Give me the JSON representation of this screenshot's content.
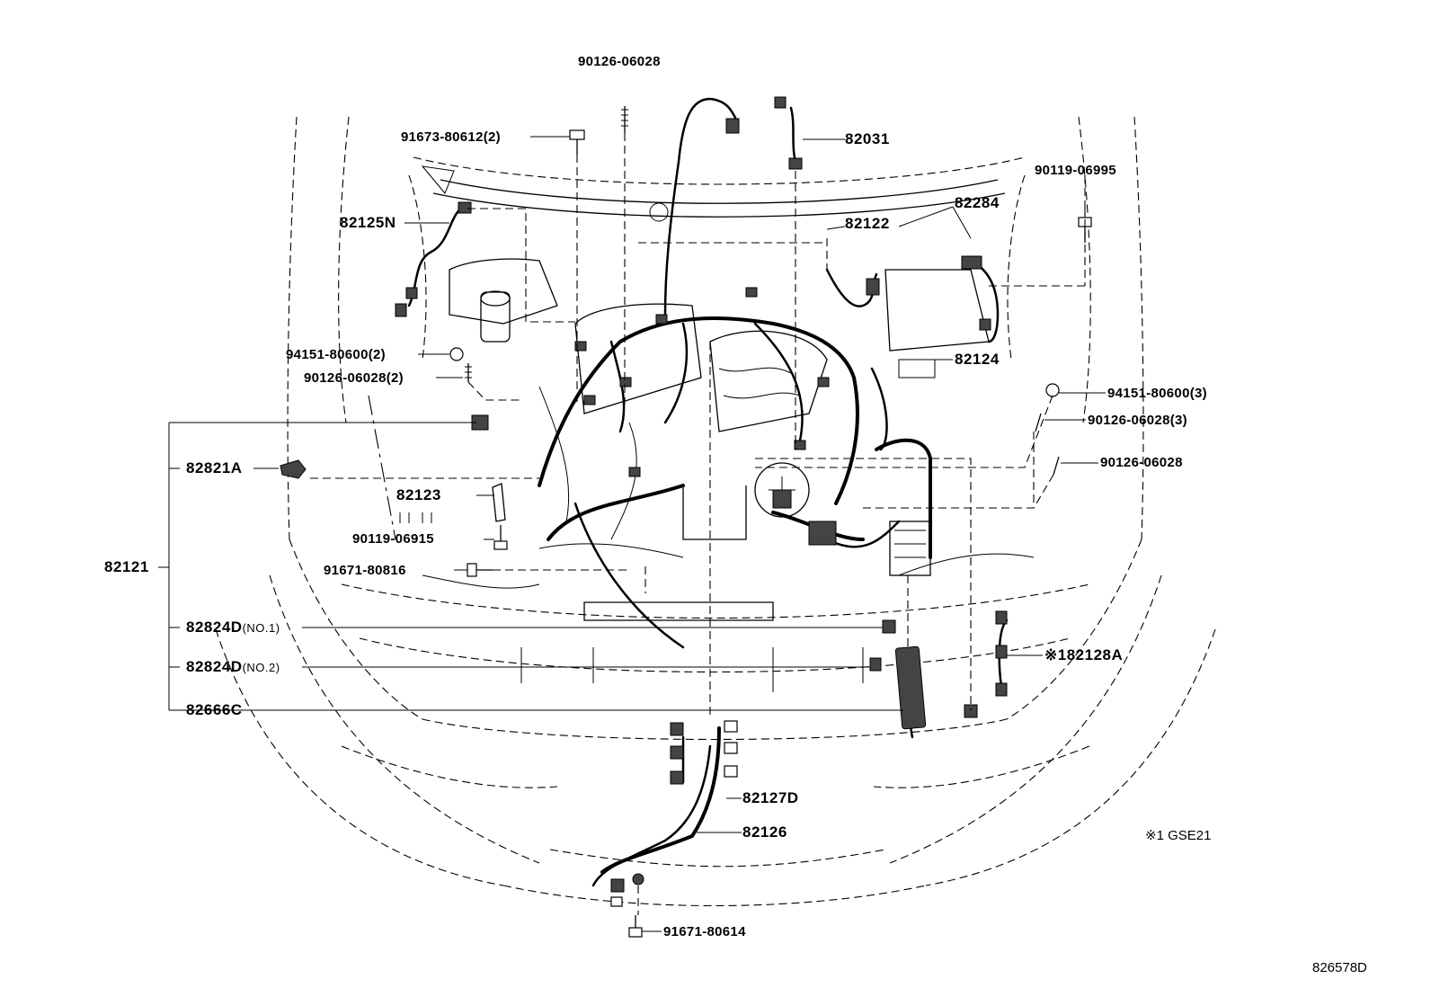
{
  "parts": {
    "p_90126_06028_top": "90126-06028",
    "p_91673": "91673-80612(2)",
    "p_82031": "82031",
    "p_90119_06995": "90119-06995",
    "p_82125N": "82125N",
    "p_82122": "82122",
    "p_82284": "82284",
    "p_94151_left": "94151-80600(2)",
    "p_90126_left": "90126-06028(2)",
    "p_82124": "82124",
    "p_94151_right": "94151-80600(3)",
    "p_90126_right3": "90126-06028(3)",
    "p_90126_right": "90126-06028",
    "p_82821A": "82821A",
    "p_82123": "82123",
    "p_90119_06915": "90119-06915",
    "p_82121": "82121",
    "p_91671_80816": "91671-80816",
    "p_82824D_1": "82824D",
    "p_82824D_1_note": "(NO.1)",
    "p_82824D_2": "82824D",
    "p_82824D_2_note": "(NO.2)",
    "p_82128A": "※182128A",
    "p_82666C": "82666C",
    "p_82127D": "82127D",
    "p_82126": "82126",
    "p_91671_80614": "91671-80614"
  },
  "footnote": "※1 GSE21",
  "diagram_id": "826578D"
}
